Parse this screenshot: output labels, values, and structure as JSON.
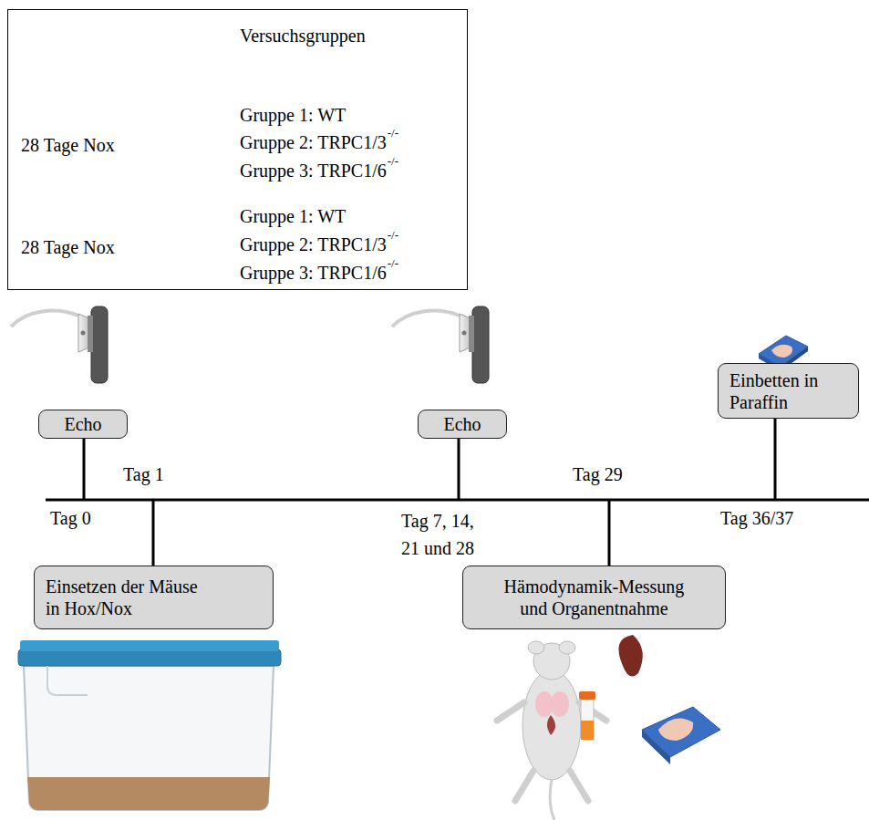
{
  "diagram": {
    "nodes": [
      {
        "text": [
          "Versuchsgruppen",
          "28 Tage Nox",
          "Gruppe 1: WT",
          "Gruppe 2: TRPC1/3",
          "-/-",
          "Gruppe 3: TRPC1/6",
          "-/-",
          "28 Tage Nox",
          "Gruppe 1: WT",
          "Gruppe 2: TRPC1/3",
          "-/-",
          "Gruppe 3: TRPC1/6",
          "-/-"
        ]
      },
      {
        "text": [
          "Echo"
        ]
      },
      {
        "text": [
          "Echo"
        ]
      },
      {
        "text": [
          "Einbetten in Paraffin"
        ]
      },
      {
        "text": [
          "Einsetzen der Mäuse in Hox/Nox"
        ]
      },
      {
        "text": [
          "Hämodynamik-Messung und Organentnahme"
        ]
      }
    ],
    "labels": [
      "Tag 1",
      "Tag 0",
      "Tag 7, 14, 21 und 28",
      "Tag 29",
      "Tag 36/37"
    ]
  }
}
